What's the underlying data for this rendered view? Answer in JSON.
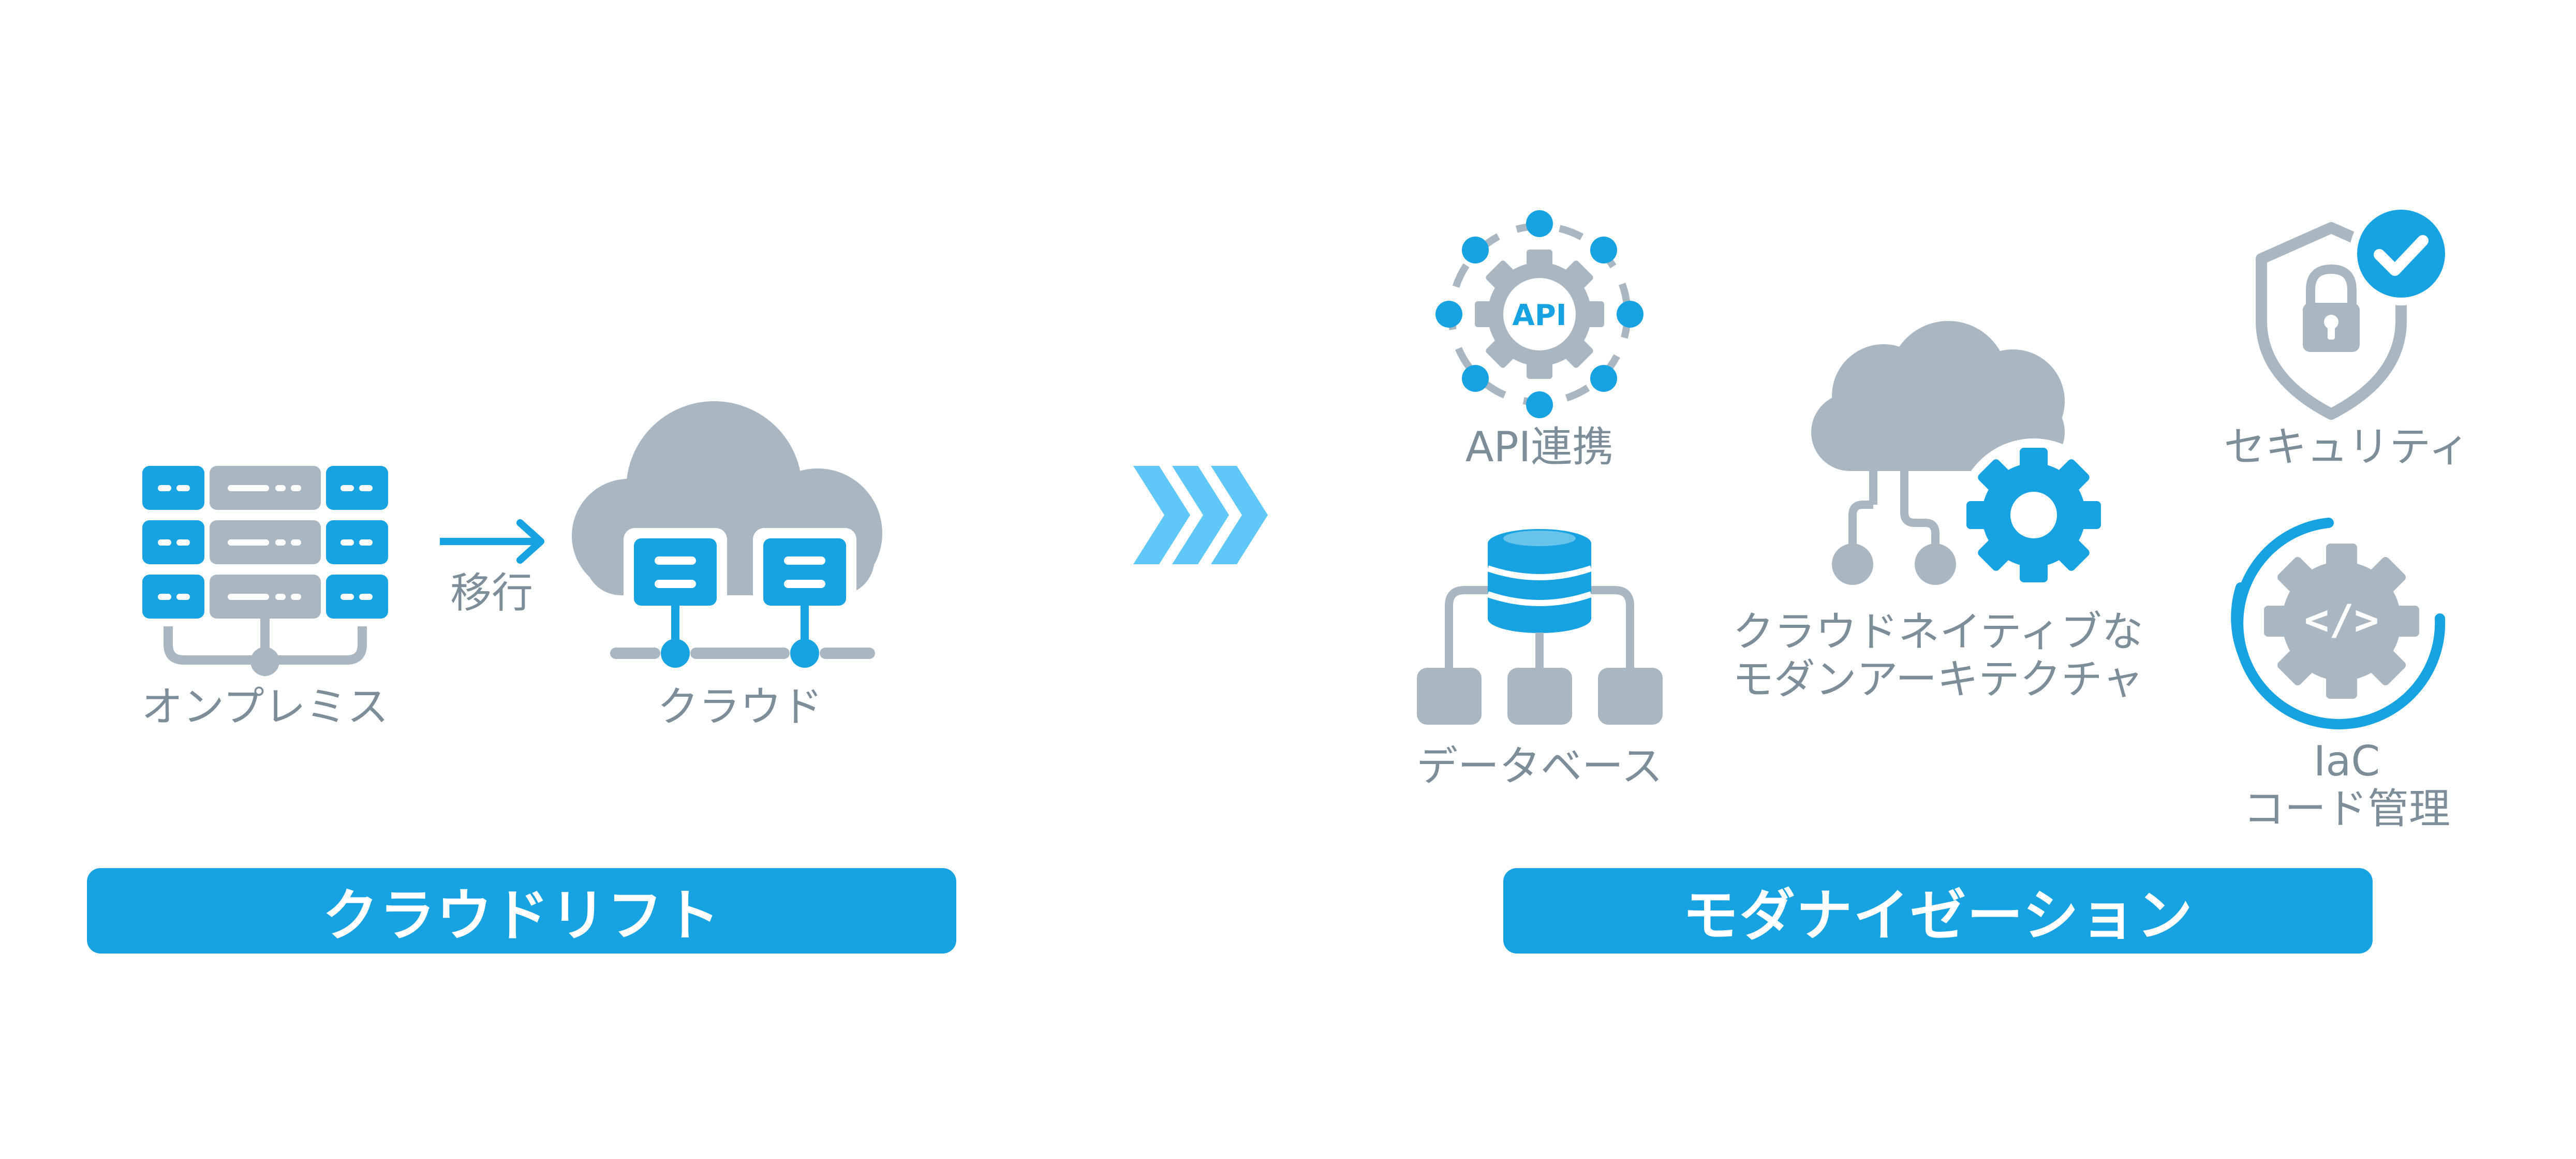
{
  "colors": {
    "blue": "#17a3e1",
    "gray": "#a8b7c2",
    "text": "#7d8e9b",
    "light_blue": "#5fc8f8"
  },
  "left": {
    "onprem_label": "オンプレミス",
    "arrow_label": "移行",
    "cloud_label": "クラウド",
    "banner": "クラウドリフト"
  },
  "right": {
    "api_label": "API連携",
    "api_badge": "API",
    "database_label": "データベース",
    "cloud_native_line1": "クラウドネイティブな",
    "cloud_native_line2": "モダンアーキテクチャ",
    "security_label": "セキュリティ",
    "iac_line1": "IaC",
    "iac_line2": "コード管理",
    "iac_code_glyph": "</>",
    "banner": "モダナイゼーション"
  },
  "icons": {
    "onprem": "server-rack-icon",
    "migrate": "arrow-right-icon",
    "cloud": "cloud-server-icon",
    "transition": "triple-chevron-icon",
    "api": "api-gear-icon",
    "database": "database-network-icon",
    "cloud_native": "cloud-gear-icon",
    "security": "shield-lock-check-icon",
    "iac": "code-gear-icon"
  }
}
